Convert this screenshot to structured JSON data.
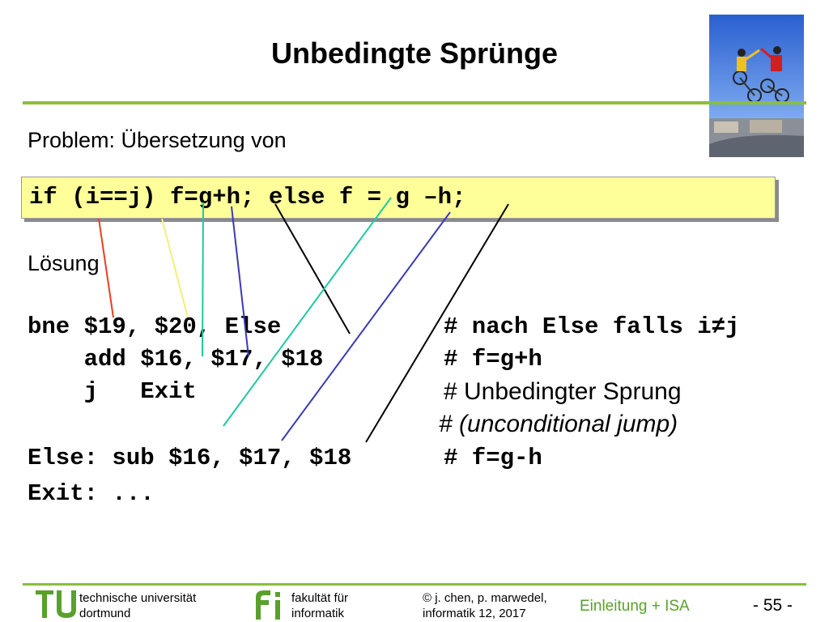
{
  "title": "Unbedingte Sprünge",
  "problem_label": "Problem: Übersetzung von",
  "code_if": "if (i==j) f=g+h; else f = g –h;",
  "solution_label": "Lösung",
  "asm": [
    {
      "code": "bne $19, $20, Else",
      "comment": "# nach Else falls i≠j"
    },
    {
      "code": "    add $16, $17, $18",
      "comment": "# f=g+h"
    },
    {
      "code": "    j   Exit",
      "comment": "# Unbedingter Sprung"
    },
    {
      "code": "",
      "comment": "# (unconditional jump)"
    },
    {
      "code": "Else: sub $16, $17, $18",
      "comment": "# f=g-h"
    },
    {
      "code": "Exit: ...",
      "comment": ""
    }
  ],
  "footer": {
    "uni_line1": "technische universität",
    "uni_line2": "dortmund",
    "fak_line1": "fakultät für",
    "fak_line2": "informatik",
    "copy_line1": "© j. chen, p. marwedel,",
    "copy_line2": "informatik 12,  2017",
    "section": "Einleitung + ISA",
    "page": "-  55 -"
  },
  "colors": {
    "accent_green": "#8cbe3c",
    "code_bg": "#ffff99",
    "line_red": "#e8401c",
    "line_yellow": "#f2ef7a",
    "line_teal": "#1ec8a0",
    "line_blue": "#3a3ab8",
    "line_black": "#000000"
  }
}
